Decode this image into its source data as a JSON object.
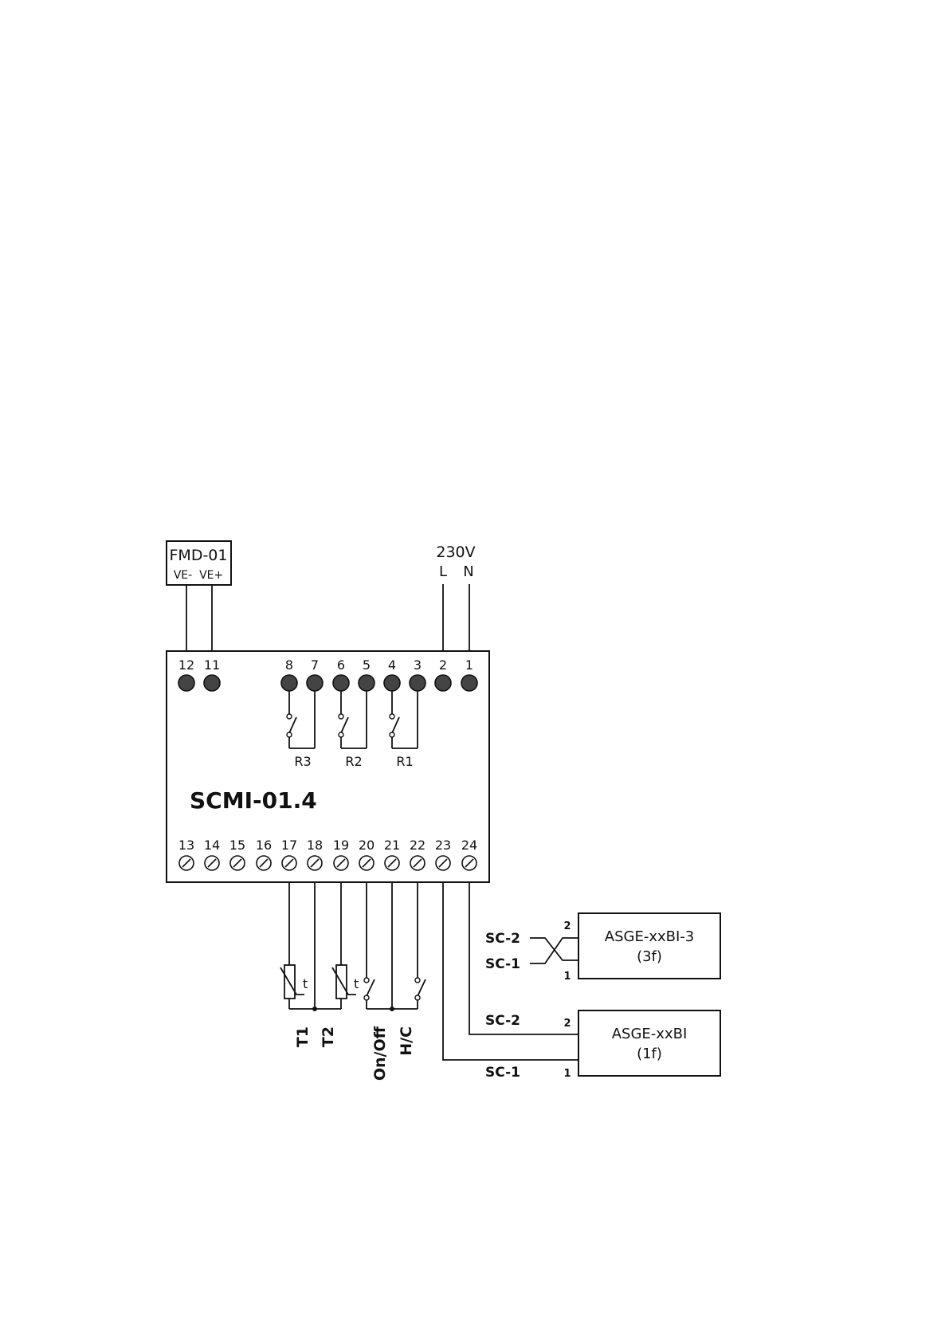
{
  "fmd": {
    "title": "FMD-01",
    "pins": "VE-  VE+"
  },
  "supply": {
    "voltage": "230V",
    "l": "L",
    "n": "N"
  },
  "module": {
    "title": "SCMI-01.4",
    "top_terminals": [
      "12",
      "11",
      "8",
      "7",
      "6",
      "5",
      "4",
      "3",
      "2",
      "1"
    ],
    "bottom_terminals": [
      "13",
      "14",
      "15",
      "16",
      "17",
      "18",
      "19",
      "20",
      "21",
      "22",
      "23",
      "24"
    ],
    "relays": [
      "R3",
      "R2",
      "R1"
    ]
  },
  "sensors": {
    "t_symbol": "t",
    "t1": "T1",
    "t2": "T2",
    "onoff": "On/Off",
    "hc": "H/C"
  },
  "asge3": {
    "title": "ASGE-xxBI-3",
    "subtitle": "(3f)",
    "sc2": "SC-2",
    "sc1": "SC-1",
    "pin2": "2",
    "pin1": "1"
  },
  "asge1": {
    "title": "ASGE-xxBI",
    "subtitle": "(1f)",
    "sc2": "SC-2",
    "sc1": "SC-1",
    "pin2": "2",
    "pin1": "1"
  }
}
